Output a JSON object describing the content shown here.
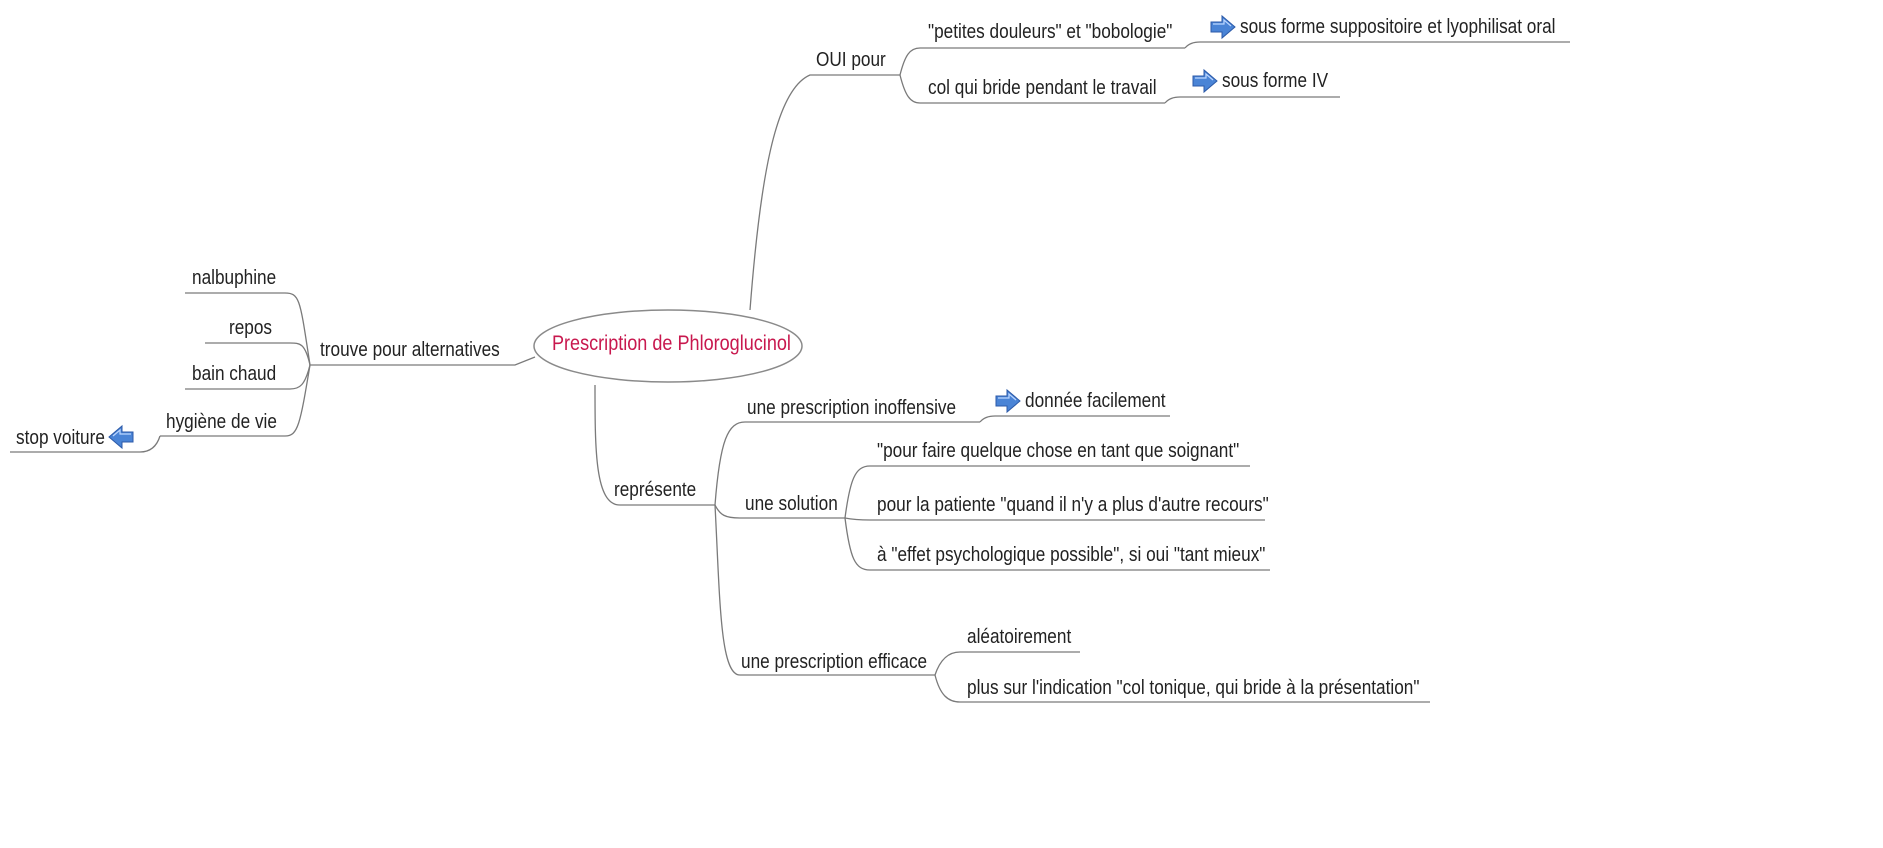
{
  "colors": {
    "line": "#7a7a7a",
    "center_text": "#c8184e",
    "center_border": "#8a8a8a",
    "arrow_fill": "#4a84d6",
    "arrow_stroke": "#2c5aa8"
  },
  "center": {
    "label": "Prescription de Phloroglucinol"
  },
  "branches": {
    "oui_pour": {
      "label": "OUI pour",
      "items": [
        {
          "label": "\"petites douleurs\" et \"bobologie\"",
          "icon": "arrow-right-icon",
          "note": "sous forme suppositoire et lyophilisat oral"
        },
        {
          "label": "col qui bride pendant le travail",
          "icon": "arrow-right-icon",
          "note": "sous forme IV"
        }
      ]
    },
    "trouve_pour_alternatives": {
      "label": "trouve pour alternatives",
      "items": [
        {
          "label": "nalbuphine"
        },
        {
          "label": "repos"
        },
        {
          "label": "bain chaud"
        },
        {
          "label": "hygiène de vie",
          "icon": "arrow-left-icon",
          "note": "stop voiture"
        }
      ]
    },
    "represente": {
      "label": "représente",
      "items": [
        {
          "label": "une prescription inoffensive",
          "icon": "arrow-right-icon",
          "note": "donnée facilement"
        },
        {
          "label": "une solution",
          "children": [
            "\"pour faire quelque chose en tant que soignant\"",
            "pour la patiente \"quand il n'y a plus d'autre recours\"",
            "à \"effet psychologique possible\", si oui \"tant mieux\""
          ]
        },
        {
          "label": "une prescription efficace",
          "children": [
            "aléatoirement",
            "plus sur l'indication \"col tonique, qui bride à la présentation\""
          ]
        }
      ]
    }
  }
}
